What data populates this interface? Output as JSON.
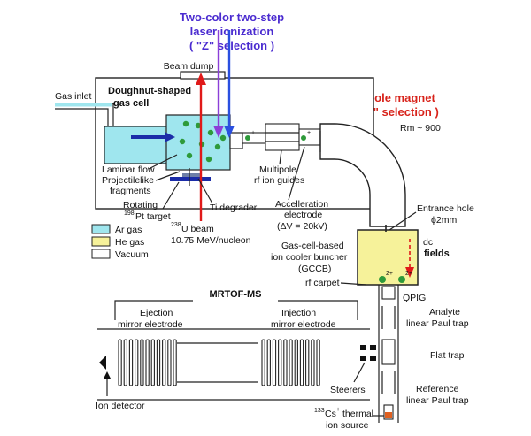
{
  "colors": {
    "ar_gas": "#9fe6ee",
    "he_gas": "#f6f29a",
    "vacuum": "#ffffff",
    "title_blue": "#4a2bd0",
    "title_red": "#d8231b",
    "beam_red": "#e01919",
    "laser_violet": "#8b3fd8",
    "laser_blue": "#2a4fe0",
    "ion_green": "#2e9a3a"
  },
  "titles": {
    "laser_line1": "Two-color two-step",
    "laser_line2": "laser ionization",
    "laser_line3": "( \"Z\" selection )",
    "dipole_line1": "Dipole magnet",
    "dipole_line2": "( \"A\" selection )"
  },
  "labels": {
    "beam_dump": "Beam dump",
    "gas_inlet": "Gas inlet",
    "gas_cell_1": "Doughnut-shaped",
    "gas_cell_2": "gas cell",
    "laminar_flow": "Laminar flow",
    "projectile_1": "Projectilelike",
    "projectile_2": "fragments",
    "rotating": "Rotating",
    "pt_target_mass": "198",
    "pt_target": "Pt target",
    "ti_degrader": "Ti degrader",
    "u_beam_mass": "238",
    "u_beam_1": "U beam",
    "u_beam_2": "10.75 MeV/nucleon",
    "multipole_1": "Multipole",
    "multipole_2": "rf ion guides",
    "accel_1": "Accelleration",
    "accel_2": "electrode",
    "accel_3": "(ΔV = 20kV)",
    "rm": "Rm ~ 900",
    "entrance_1": "Entrance hole",
    "entrance_2": "ϕ2mm",
    "gccb_1": "Gas-cell-based",
    "gccb_2": "ion cooler buncher",
    "gccb_3": "(GCCB)",
    "dc_1": "dc",
    "dc_2": "fields",
    "rf_carpet": "rf carpet",
    "qpig": "QPIG",
    "analyte_1": "Analyte",
    "analyte_2": "linear Paul trap",
    "flat_trap": "Flat trap",
    "reference_1": "Reference",
    "reference_2": "linear Paul trap",
    "cs_mass": "133",
    "cs_1": "Cs",
    "cs_2": "thermal",
    "cs_3": "ion source",
    "steerers": "Steerers",
    "ion_detector": "Ion detector",
    "mrtof": "MRTOF-MS",
    "ejection_1": "Ejection",
    "ejection_2": "mirror  electrode",
    "injection_1": "Injection",
    "injection_2": "mirror electrode",
    "ion_2plus": "2+",
    "ion_plus": "+"
  },
  "legend": [
    {
      "label": "Ar gas",
      "color": "#9fe6ee"
    },
    {
      "label": "He gas",
      "color": "#f6f29a"
    },
    {
      "label": "Vacuum",
      "color": "#ffffff"
    }
  ]
}
